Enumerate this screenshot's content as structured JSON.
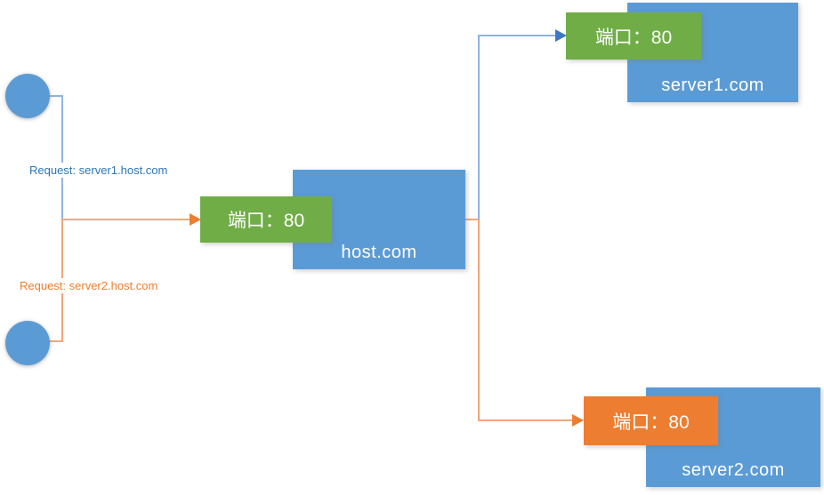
{
  "requests": [
    {
      "label": "Request: server1.host.com",
      "color": "#2E75B6"
    },
    {
      "label": "Request: server2.host.com",
      "color": "#ED7D31"
    }
  ],
  "nodes": {
    "host": {
      "name": "host.com",
      "port": "端口：80"
    },
    "server1": {
      "name": "server1.com",
      "port": "端口：80"
    },
    "server2": {
      "name": "server2.com",
      "port": "端口：80"
    }
  },
  "flows": [
    {
      "request": "Request: server1.host.com",
      "line_color": "#8FB4E6",
      "path": [
        "client1",
        "host.com 端口：80",
        "server1.com 端口：80"
      ]
    },
    {
      "request": "Request: server2.host.com",
      "line_color": "#F2A679",
      "path": [
        "client2",
        "host.com 端口：80",
        "server2.com 端口：80"
      ]
    }
  ],
  "colors": {
    "node_blue": "#5B9BD5",
    "port_green": "#70AD47",
    "port_orange": "#ED7D31",
    "line_blue": "#8FB4E6",
    "line_orange": "#F2A679",
    "arrow_blue": "#3E78C2",
    "arrow_orange": "#ED7D31",
    "request_text_blue": "#2E75B6",
    "request_text_orange": "#ED7D31"
  }
}
